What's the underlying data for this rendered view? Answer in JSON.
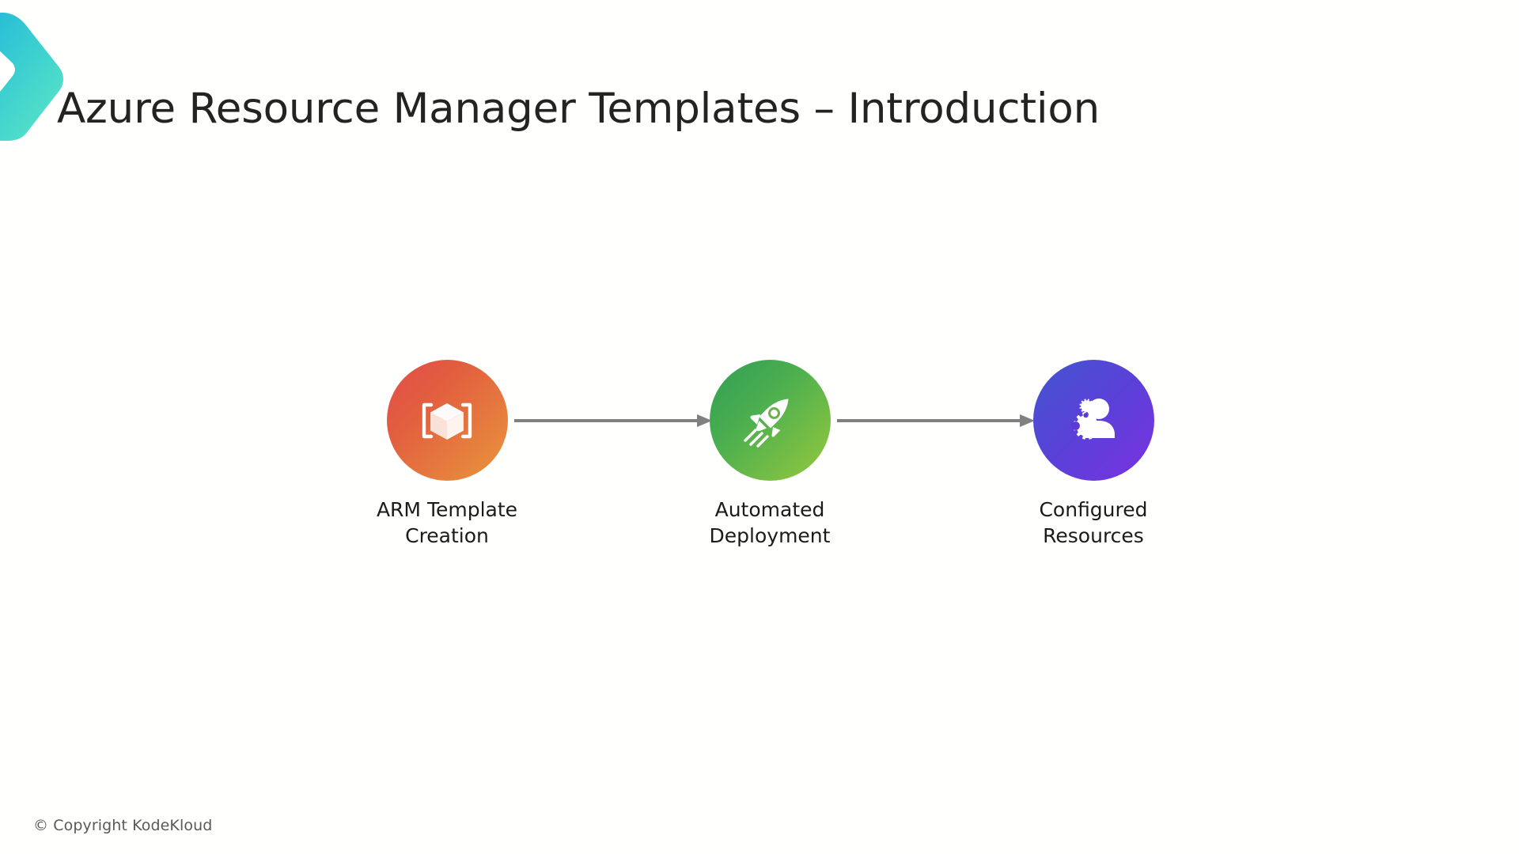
{
  "slide": {
    "title": "Azure Resource Manager Templates – Introduction",
    "background_color": "#fffffd",
    "title_color": "#232323"
  },
  "brand": {
    "logo_name": "kodekloud-chevron-logo",
    "gradient_from": "#23b6d8",
    "gradient_to": "#4fe0c8"
  },
  "diagram": {
    "type": "linear-flow",
    "arrow_color": "#808080",
    "stages": [
      {
        "id": "arm-template-creation",
        "icon": "cube-box-icon",
        "label_line1": "ARM Template",
        "label_line2": "Creation",
        "gradient_from": "#e14a4a",
        "gradient_to": "#e9963c"
      },
      {
        "id": "automated-deployment",
        "icon": "rocket-icon",
        "label_line1": "Automated",
        "label_line2": "Deployment",
        "gradient_from": "#2f9e55",
        "gradient_to": "#96c93d"
      },
      {
        "id": "configured-resources",
        "icon": "user-gears-icon",
        "label_line1": "Configured",
        "label_line2": "Resources",
        "gradient_from": "#4256d0",
        "gradient_to": "#7a32e0"
      }
    ],
    "connectors": [
      {
        "id": "connector-1",
        "from": "arm-template-creation",
        "to": "automated-deployment"
      },
      {
        "id": "connector-2",
        "from": "automated-deployment",
        "to": "configured-resources"
      }
    ]
  },
  "footer": {
    "copyright": "© Copyright KodeKloud"
  }
}
